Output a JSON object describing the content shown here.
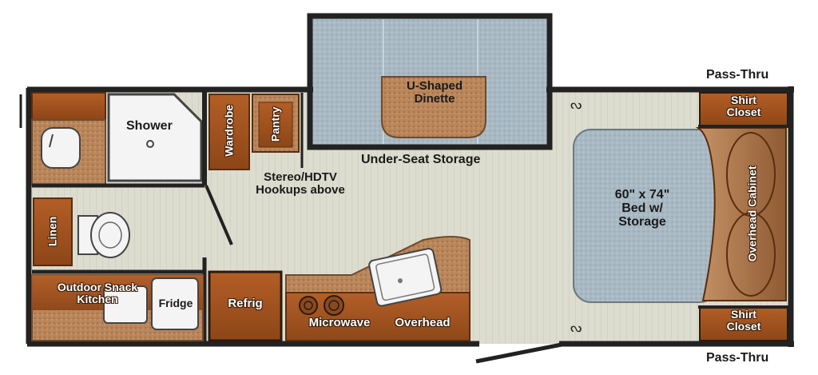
{
  "floorplan": {
    "labels": {
      "shower": "Shower",
      "wardrobe": "Wardrobe",
      "pantry": "Pantry",
      "u_shaped_dinette": "U-Shaped\nDinette",
      "under_seat_storage": "Under-Seat Storage",
      "stereo_hookups": "Stereo/HDTV\nHookups above",
      "linen": "Linen",
      "bed": "60\" x 74\"\nBed w/\nStorage",
      "overhead_cabinet": "Overhead Cabinet",
      "shirt_closet_top": "Shirt\nCloset",
      "shirt_closet_bottom": "Shirt\nCloset",
      "pass_thru_top": "Pass-Thru",
      "pass_thru_bottom": "Pass-Thru",
      "outdoor_snack_kitchen": "Outdoor Snack\nKitchen",
      "fridge": "Fridge",
      "refrig": "Refrig",
      "microwave": "Microwave",
      "overhead": "Overhead"
    },
    "colors": {
      "wall": "#222222",
      "floor": "#dcdccf",
      "cabinet": "#a4531f",
      "counter": "#b9855a",
      "carpet": "#a9b9c4",
      "fixture": "#f4f4f4"
    }
  }
}
